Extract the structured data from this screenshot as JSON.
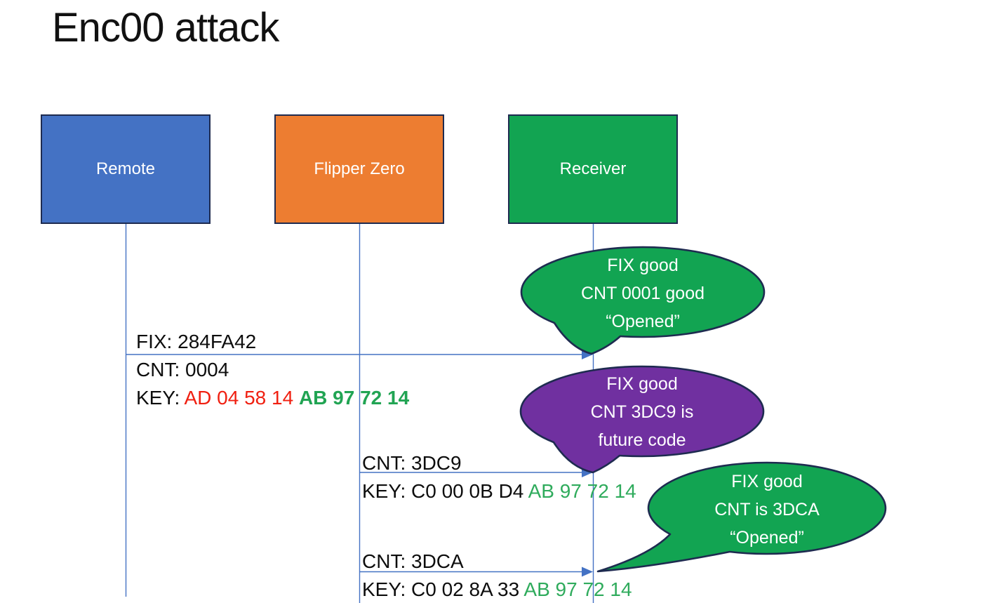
{
  "slide": {
    "title": "Enc00 attack"
  },
  "colors": {
    "remote_box": "#4472C4",
    "flipper_box": "#ED7D31",
    "receiver_box": "#12A452",
    "bubble_green": "#12A452",
    "bubble_purple": "#7030A0",
    "shape_border": "#1E2B50",
    "line_blue": "#4472C4",
    "key_red": "#F02011",
    "key_green_bold": "#21A453",
    "key_green_regular": "#2FAB5C",
    "message_text": "#0D0D0D",
    "label_text": "#FFFFFF"
  },
  "actors": [
    {
      "label": "Remote"
    },
    {
      "label": "Flipper Zero"
    },
    {
      "label": "Receiver"
    }
  ],
  "messages": [
    {
      "from": "Remote",
      "to": "Receiver",
      "fix": "FIX: 284FA42",
      "cnt": "CNT: 0004",
      "key_prefix": "KEY: ",
      "key_red": "AD 04 58 14 ",
      "key_green": "AB 97 72 14"
    },
    {
      "from": "Flipper Zero",
      "to": "Receiver",
      "cnt": "CNT: 3DC9",
      "key_prefix": "KEY: C0 00 0B D4 ",
      "key_green": "AB 97 72 14"
    },
    {
      "from": "Flipper Zero",
      "to": "Receiver",
      "cnt": "CNT: 3DCA",
      "key_prefix": "KEY: C0 02 8A 33 ",
      "key_green": "AB 97 72 14"
    }
  ],
  "bubbles": [
    {
      "color": "green",
      "lines": [
        "FIX good",
        "CNT 0001 good",
        "“Opened”"
      ]
    },
    {
      "color": "purple",
      "lines": [
        "FIX good",
        "CNT 3DC9 is",
        "future code"
      ]
    },
    {
      "color": "green",
      "lines": [
        "FIX good",
        "CNT is 3DCA",
        "“Opened”"
      ]
    }
  ]
}
